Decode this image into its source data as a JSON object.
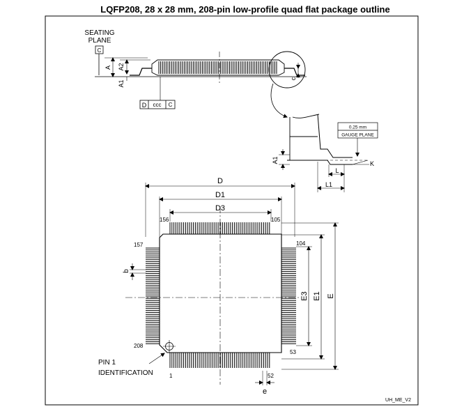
{
  "title": "LQFP208, 28 x 28 mm, 208-pin low-profile quad flat package outline",
  "labels": {
    "seating": "SEATING",
    "plane": "PLANE",
    "c": "C",
    "A": "A",
    "A2": "A2",
    "A1": "A1",
    "c_small": "c",
    "D_box": "D",
    "ccc": "ccc",
    "gauge_value": "0.25 mm",
    "gauge_plane": "GAUGE PLANE",
    "L": "L",
    "L1": "L1",
    "K": "K",
    "D": "D",
    "D1": "D1",
    "D3": "D3",
    "E": "E",
    "E1": "E1",
    "E3": "E3",
    "b": "b",
    "e": "e",
    "pin156": "156",
    "pin105": "105",
    "pin157": "157",
    "pin104": "104",
    "pin208": "208",
    "pin53": "53",
    "pin1": "1",
    "pin52": "52",
    "pin1_id_line1": "PIN 1",
    "pin1_id_line2": "IDENTIFICATION",
    "ref": "UH_ME_V2"
  }
}
